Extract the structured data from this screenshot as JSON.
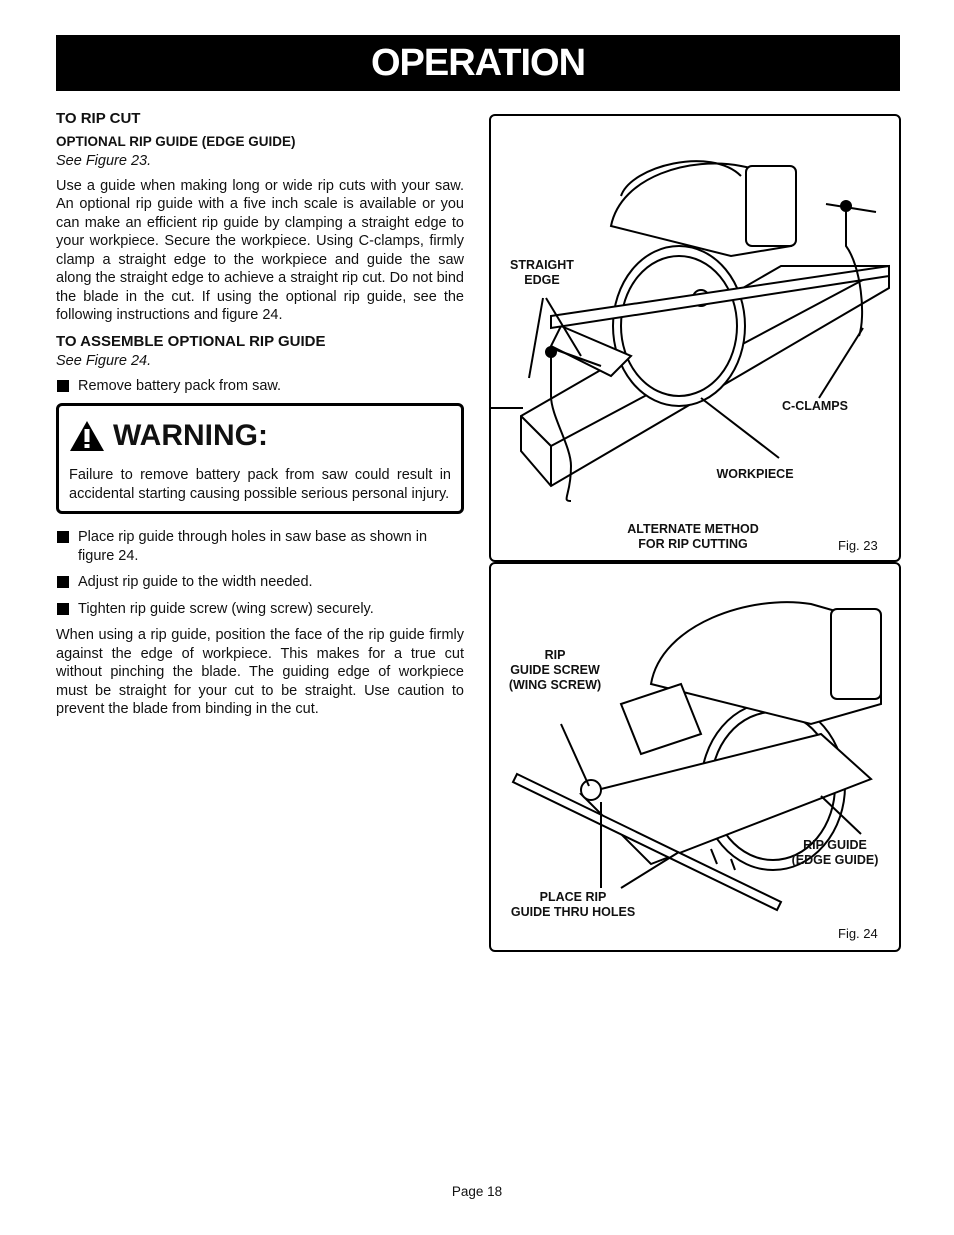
{
  "header": {
    "title": "OPERATION"
  },
  "left": {
    "h_rip": "TO RIP CUT",
    "h_optional": "OPTIONAL RIP GUIDE (EDGE GUIDE)",
    "see23": "See Figure 23.",
    "para1": "Use a guide when making long or wide rip cuts with your saw. An optional rip guide with a five inch scale is available or you can make an efficient rip guide by clamping a straight edge to your workpiece. Secure the workpiece. Using C-clamps, firmly clamp a straight edge to the workpiece and guide the saw along the straight edge to achieve a straight rip cut. Do not bind the blade in the cut. If using the optional rip guide, see the following instructions and figure 24.",
    "h_assemble": "TO ASSEMBLE OPTIONAL RIP GUIDE",
    "see24": "See Figure 24.",
    "bullet1": "Remove battery pack from saw.",
    "warning_title": "WARNING:",
    "warning_text": "Failure to remove battery pack from saw could result in accidental starting causing possible serious personal injury.",
    "bullet2": "Place rip guide through holes in saw base as shown in figure 24.",
    "bullet3": "Adjust rip guide to the width needed.",
    "bullet4": "Tighten rip guide screw (wing screw) securely.",
    "para2": "When using a rip guide, position the face of the rip guide firmly against the edge of workpiece. This makes for a true cut without pinching the blade. The guiding edge of workpiece must be straight for your cut to be straight. Use caution to prevent the blade from binding in the cut."
  },
  "fig23": {
    "straight_edge_1": "STRAIGHT",
    "straight_edge_2": "EDGE",
    "c_clamps": "C-CLAMPS",
    "workpiece": "WORKPIECE",
    "alt_1": "ALTERNATE METHOD",
    "alt_2": "FOR RIP CUTTING",
    "caption": "Fig. 23"
  },
  "fig24": {
    "rip_1": "RIP",
    "rip_2": "GUIDE SCREW",
    "rip_3": "(WING SCREW)",
    "rg_1": "RIP GUIDE",
    "rg_2": "(EDGE GUIDE)",
    "place_1": "PLACE RIP",
    "place_2": "GUIDE THRU HOLES",
    "caption": "Fig. 24"
  },
  "footer": {
    "page": "Page 18"
  }
}
